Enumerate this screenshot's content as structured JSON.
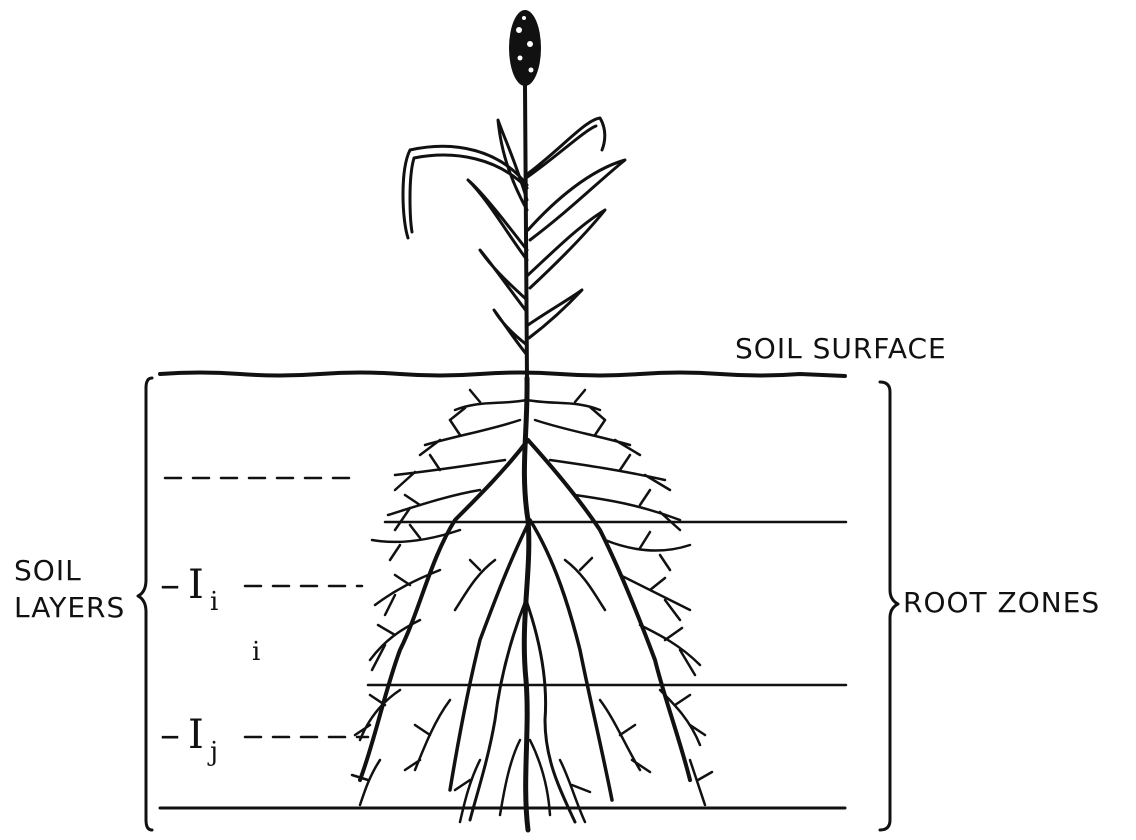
{
  "labels": {
    "soil_surface": "SOIL SURFACE",
    "soil_layers_line1": "SOIL",
    "soil_layers_line2": "LAYERS",
    "root_zones": "ROOT ZONES",
    "layer_i_dash": "–",
    "layer_i_I": "I",
    "layer_i_sub": "i",
    "layer_j_dash": "–",
    "layer_j_I": "I",
    "layer_j_sub": "j",
    "index_i": "i"
  },
  "colors": {
    "ink": "#111111",
    "background": "#ffffff"
  }
}
